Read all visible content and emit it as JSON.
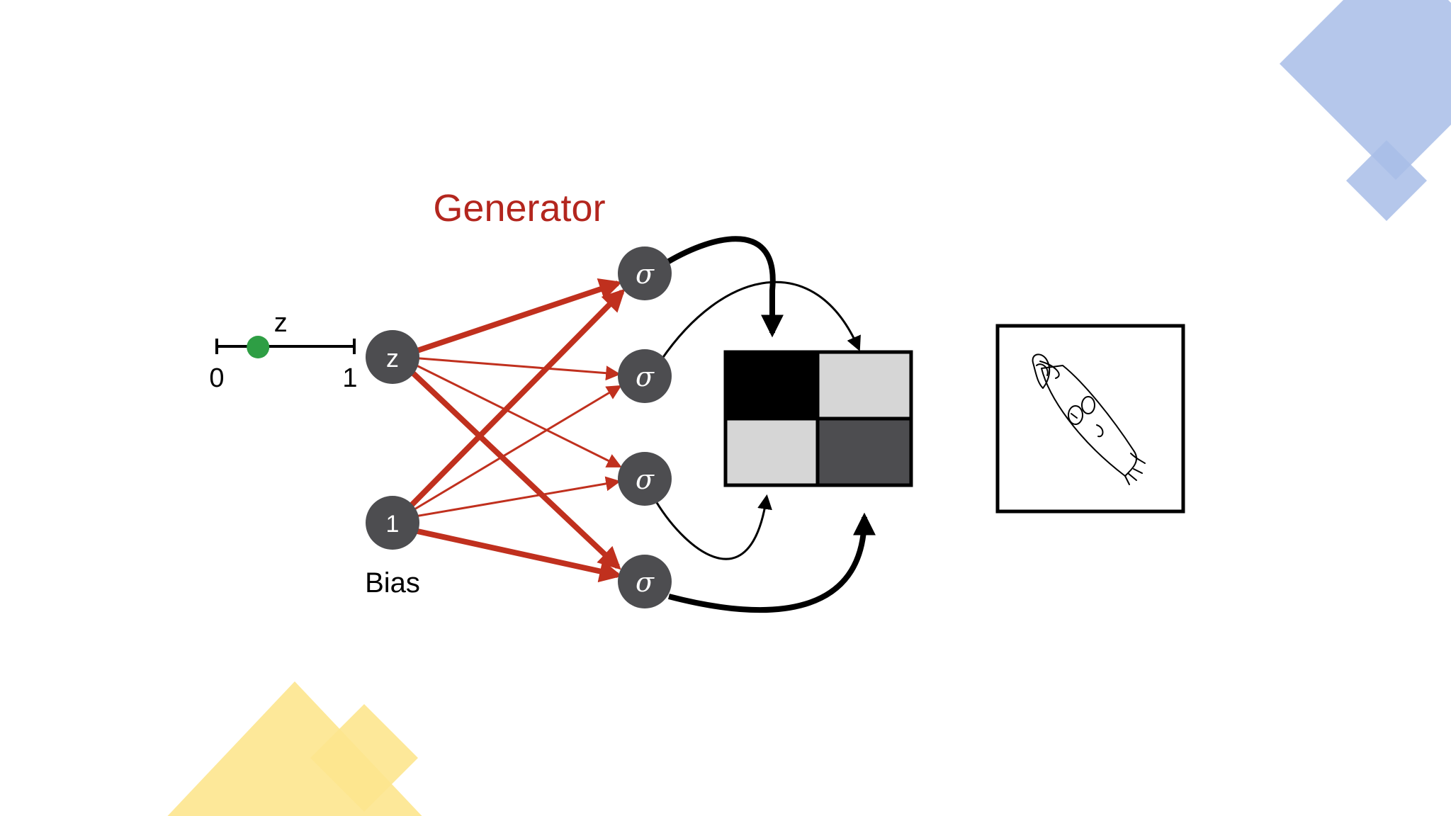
{
  "title": "Generator",
  "slider": {
    "variable_label": "z",
    "min_label": "0",
    "max_label": "1",
    "value_fraction": 0.3
  },
  "nodes": {
    "input_z": "z",
    "bias_node": "1",
    "bias_label": "Bias",
    "sigma_symbol": "σ"
  },
  "grid": {
    "cells": [
      {
        "name": "top-left",
        "shade": "#000000"
      },
      {
        "name": "top-right",
        "shade": "#d6d6d6"
      },
      {
        "name": "bottom-left",
        "shade": "#d6d6d6"
      },
      {
        "name": "bottom-right",
        "shade": "#4d4d50"
      }
    ]
  },
  "colors": {
    "title": "#b3261e",
    "weights": "#c0301e",
    "node_fill": "#4d4d50",
    "slider_point": "#2e9e44",
    "outputs": "#000000",
    "decor_blue": "#a8bde8",
    "decor_yellow": "#fde58e"
  },
  "icons": {
    "sketch": "hand-drawn-sketch-icon"
  }
}
